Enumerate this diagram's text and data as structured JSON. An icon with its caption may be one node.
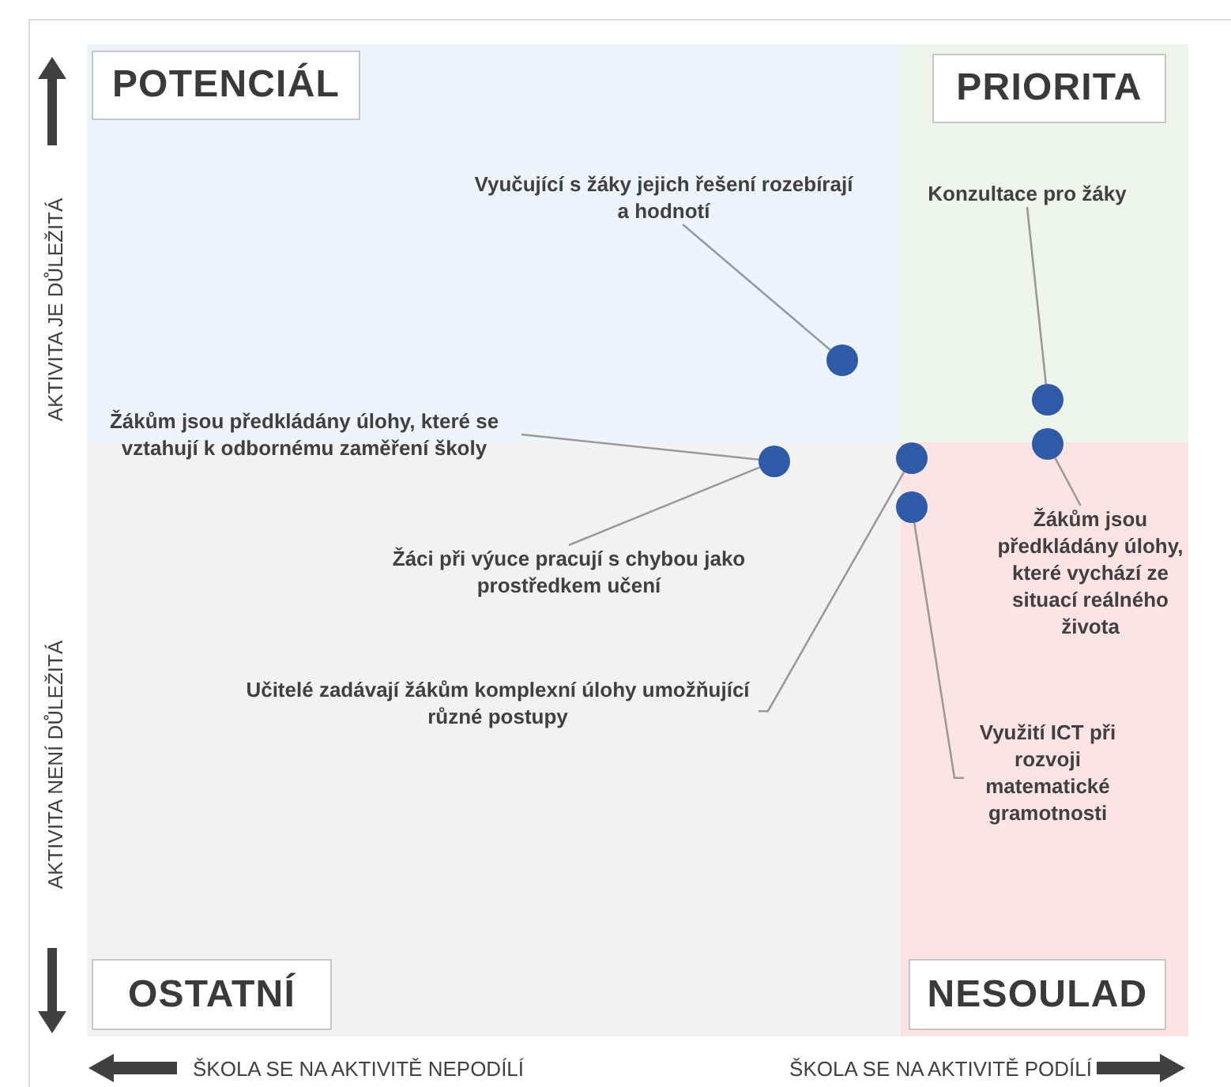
{
  "diagram": {
    "nodes": [
      {
        "text": [
          "POTENCIÁL"
        ]
      },
      {
        "text": [
          "PRIORITA"
        ]
      },
      {
        "text": [
          "Vyučující s žáky jejich řešení rozebírají a hodnotí"
        ]
      },
      {
        "text": [
          "Konzultace pro žáky"
        ]
      },
      {
        "text": [],
        "shape": "circle"
      },
      {
        "text": [],
        "shape": "circle"
      },
      {
        "text": [
          "Žákům jsou předkládány úlohy, které se vztahují k odbornému zaměření školy"
        ]
      },
      {
        "text": [],
        "shape": "circle"
      },
      {
        "text": [],
        "shape": "circle"
      },
      {
        "text": [],
        "shape": "circle"
      },
      {
        "text": [],
        "shape": "circle"
      },
      {
        "text": [
          "Žáci při výuce pracují s chybou jako prostředkem učení"
        ]
      },
      {
        "text": [
          "Žákům jsou předkládány úlohy, které vychází ze situací reálného života"
        ]
      },
      {
        "text": [
          "Učitelé zadávají žákům komplexní úlohy umožňující různé postupy"
        ]
      },
      {
        "text": [
          "Využití ICT při rozvoji matematické gramotnosti"
        ]
      },
      {
        "text": [
          "OSTATNÍ"
        ]
      },
      {
        "text": [
          "NESOULAD"
        ]
      }
    ],
    "edges": [
      {
        "from": 2,
        "to": 4,
        "arrow": "none"
      },
      {
        "from": 3,
        "to": 5,
        "arrow": "none"
      },
      {
        "from": 6,
        "to": 7,
        "arrow": "none"
      },
      {
        "from": 11,
        "to": 7,
        "arrow": "none"
      },
      {
        "from": 13,
        "to": 8,
        "arrow": "none"
      },
      {
        "from": 12,
        "to": 9,
        "arrow": "none"
      },
      {
        "from": 14,
        "to": 10,
        "arrow": "none"
      }
    ],
    "labels": [
      "AKTIVITA JE DŮLEŽITÁ",
      "AKTIVITA NENÍ DŮLEŽITÁ",
      "ŠKOLA SE NA AKTIVITĚ NEPODÍLÍ",
      "ŠKOLA SE NA AKTIVITĚ PODÍLÍ"
    ]
  }
}
